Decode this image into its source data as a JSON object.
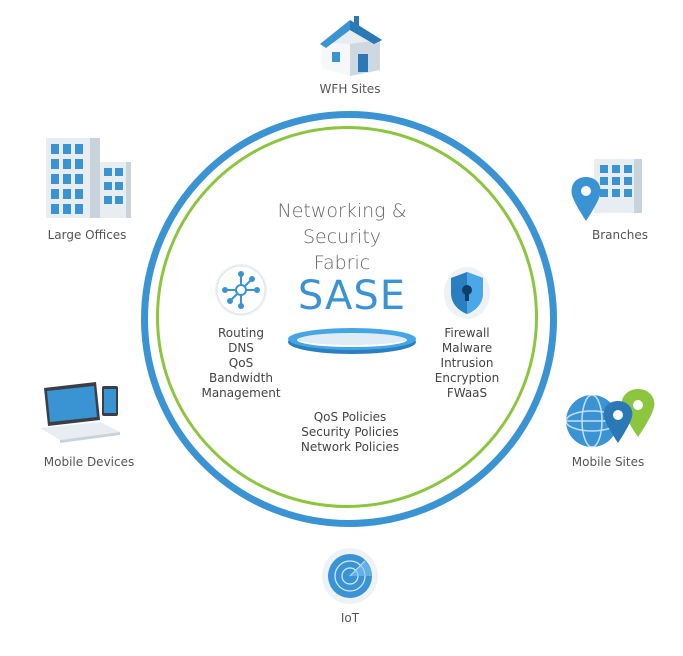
{
  "center": {
    "title_line1": "Networking & Security",
    "title_line2": "Fabric",
    "sase": "SASE"
  },
  "left_list": [
    "Routing",
    "DNS",
    "QoS",
    "Bandwidth",
    "Management"
  ],
  "right_list": [
    "Firewall",
    "Malware",
    "Intrusion",
    "Encryption",
    "FWaaS"
  ],
  "bottom_list": [
    "QoS Policies",
    "Security Policies",
    "Network Policies"
  ],
  "nodes": {
    "wfh_sites": "WFH Sites",
    "large_offices": "Large Offices",
    "branches": "Branches",
    "mobile_devices": "Mobile Devices",
    "mobile_sites": "Mobile Sites",
    "iot": "IoT"
  },
  "colors": {
    "blue_ring": "#3a93d3",
    "green_ring": "#8cc63f",
    "accent_green": "#8cc63f"
  },
  "icons": {
    "wfh_sites": "house-icon",
    "large_offices": "office-buildings-icon",
    "branches": "branch-location-icon",
    "mobile_devices": "laptop-phone-icon",
    "mobile_sites": "globe-location-icon",
    "iot": "radar-icon",
    "routing": "network-hub-icon",
    "security": "shield-lock-icon"
  }
}
